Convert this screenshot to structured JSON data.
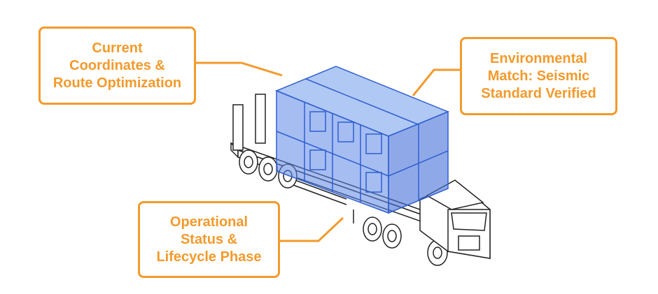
{
  "accent_color": "#f39a2c",
  "module_color": "#2f5fd0",
  "callouts": [
    {
      "lines": [
        "Current",
        "Coordinates &",
        "Route Optimization"
      ]
    },
    {
      "lines": [
        "Environmental",
        "Match: Seismic",
        "Standard Verified"
      ]
    },
    {
      "lines": [
        "Operational",
        "Status &",
        "Lifecycle Phase"
      ]
    }
  ]
}
